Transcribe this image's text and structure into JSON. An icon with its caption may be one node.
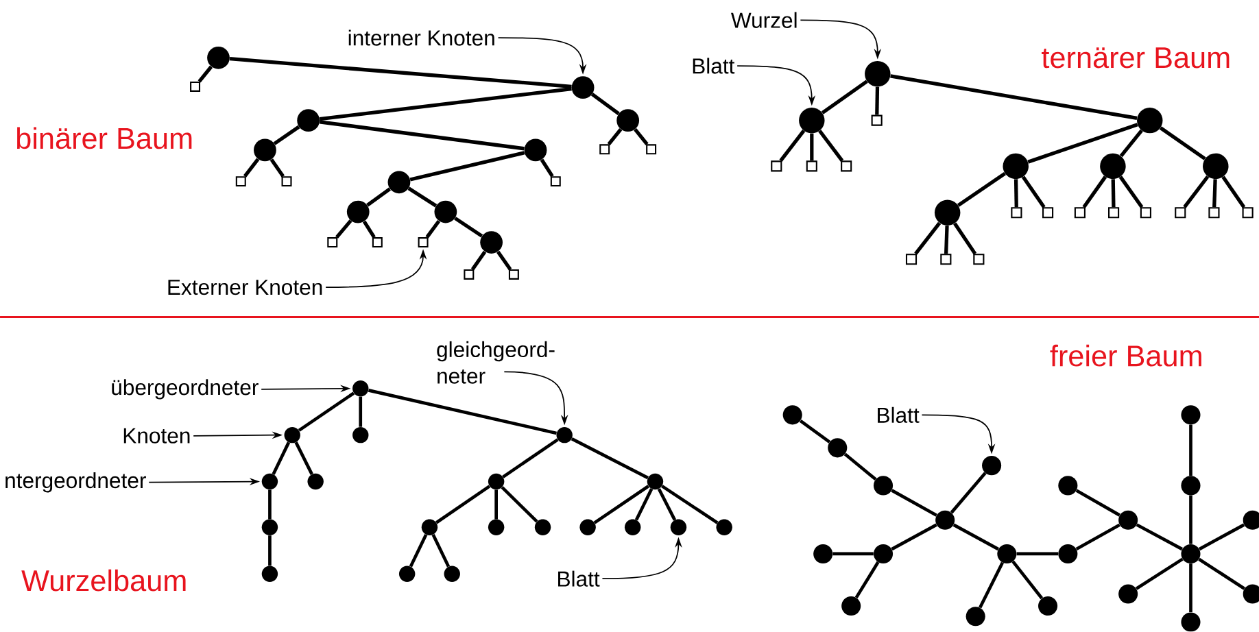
{
  "diagram": {
    "nodes": [
      {
        "text": [
          "interner Knoten"
        ]
      },
      {
        "text": [],
        "shape": "circle"
      },
      {
        "text": [],
        "shape": "box"
      },
      {
        "text": [],
        "shape": "circle"
      },
      {
        "text": [],
        "shape": "circle"
      },
      {
        "text": [],
        "shape": "circle"
      },
      {
        "text": [],
        "shape": "circle"
      },
      {
        "text": [],
        "shape": "circle"
      },
      {
        "text": [],
        "shape": "box"
      },
      {
        "text": [],
        "shape": "box"
      },
      {
        "text": [],
        "shape": "box"
      },
      {
        "text": [],
        "shape": "box"
      },
      {
        "text": [],
        "shape": "circle"
      },
      {
        "text": [],
        "shape": "box"
      },
      {
        "text": [],
        "shape": "circle"
      },
      {
        "text": [],
        "shape": "circle"
      },
      {
        "text": [],
        "shape": "box"
      },
      {
        "text": [],
        "shape": "box"
      },
      {
        "text": [],
        "shape": "box"
      },
      {
        "text": [],
        "shape": "circle"
      },
      {
        "text": [],
        "shape": "box"
      },
      {
        "text": [],
        "shape": "box"
      },
      {
        "text": [
          "Externer Knoten"
        ]
      },
      {
        "text": [
          "Wurzel"
        ]
      },
      {
        "text": [
          "Blatt"
        ]
      },
      {
        "text": [],
        "shape": "circle"
      },
      {
        "text": [],
        "shape": "circle"
      },
      {
        "text": [],
        "shape": "box"
      },
      {
        "text": [],
        "shape": "circle"
      },
      {
        "text": [],
        "shape": "box"
      },
      {
        "text": [],
        "shape": "box"
      },
      {
        "text": [],
        "shape": "box"
      },
      {
        "text": [],
        "shape": "circle"
      },
      {
        "text": [],
        "shape": "circle"
      },
      {
        "text": [],
        "shape": "circle"
      },
      {
        "text": [],
        "shape": "circle"
      },
      {
        "text": [],
        "shape": "box"
      },
      {
        "text": [],
        "shape": "box"
      },
      {
        "text": [],
        "shape": "box"
      },
      {
        "text": [],
        "shape": "box"
      },
      {
        "text": [],
        "shape": "box"
      },
      {
        "text": [],
        "shape": "box"
      },
      {
        "text": [],
        "shape": "box"
      },
      {
        "text": [],
        "shape": "box"
      },
      {
        "text": [],
        "shape": "box"
      },
      {
        "text": [],
        "shape": "box"
      },
      {
        "text": [],
        "shape": "box"
      },
      {
        "text": [
          "gleichgeord- neter"
        ]
      },
      {
        "text": [
          "übergeordneter"
        ]
      },
      {
        "text": [],
        "shape": "circle"
      },
      {
        "text": [
          "Knoten"
        ]
      },
      {
        "text": [],
        "shape": "circle"
      },
      {
        "text": [],
        "shape": "circle"
      },
      {
        "text": [],
        "shape": "circle"
      },
      {
        "text": [
          "ntergeordneter"
        ]
      },
      {
        "text": [],
        "shape": "circle"
      },
      {
        "text": [],
        "shape": "circle"
      },
      {
        "text": [],
        "shape": "circle"
      },
      {
        "text": [],
        "shape": "circle"
      },
      {
        "text": [],
        "shape": "circle"
      },
      {
        "text": [],
        "shape": "circle"
      },
      {
        "text": [],
        "shape": "circle"
      },
      {
        "text": [],
        "shape": "circle"
      },
      {
        "text": [],
        "shape": "circle"
      },
      {
        "text": [],
        "shape": "circle"
      },
      {
        "text": [],
        "shape": "circle"
      },
      {
        "text": [],
        "shape": "circle"
      },
      {
        "text": [],
        "shape": "circle"
      },
      {
        "text": [],
        "shape": "circle"
      },
      {
        "text": [],
        "shape": "circle"
      },
      {
        "text": [
          "Blatt"
        ]
      },
      {
        "text": [
          "Blatt"
        ]
      },
      {
        "text": [],
        "shape": "circle"
      },
      {
        "text": [],
        "shape": "circle"
      },
      {
        "text": [],
        "shape": "circle"
      },
      {
        "text": [],
        "shape": "circle"
      },
      {
        "text": [],
        "shape": "circle"
      },
      {
        "text": [],
        "shape": "circle"
      },
      {
        "text": [],
        "shape": "circle"
      },
      {
        "text": [],
        "shape": "circle"
      },
      {
        "text": [],
        "shape": "circle"
      },
      {
        "text": [],
        "shape": "circle"
      },
      {
        "text": [],
        "shape": "circle"
      },
      {
        "text": [],
        "shape": "circle"
      },
      {
        "text": [],
        "shape": "circle"
      },
      {
        "text": [],
        "shape": "circle"
      },
      {
        "text": [],
        "shape": "circle"
      },
      {
        "text": [],
        "shape": "circle"
      },
      {
        "text": [],
        "shape": "circle"
      },
      {
        "text": [],
        "shape": "circle"
      },
      {
        "text": [],
        "shape": "circle"
      },
      {
        "text": [],
        "shape": "circle"
      },
      {
        "text": [],
        "shape": "circle"
      }
    ],
    "edges": [
      {
        "from": 0,
        "to": 3,
        "arrow": "to"
      },
      {
        "from": 1,
        "to": 2,
        "arrow": "none"
      },
      {
        "from": 1,
        "to": 3,
        "arrow": "none"
      },
      {
        "from": 3,
        "to": 4,
        "arrow": "none"
      },
      {
        "from": 3,
        "to": 5,
        "arrow": "none"
      },
      {
        "from": 5,
        "to": 10,
        "arrow": "none"
      },
      {
        "from": 5,
        "to": 11,
        "arrow": "none"
      },
      {
        "from": 4,
        "to": 6,
        "arrow": "none"
      },
      {
        "from": 4,
        "to": 7,
        "arrow": "none"
      },
      {
        "from": 6,
        "to": 8,
        "arrow": "none"
      },
      {
        "from": 6,
        "to": 9,
        "arrow": "none"
      },
      {
        "from": 7,
        "to": 12,
        "arrow": "none"
      },
      {
        "from": 7,
        "to": 13,
        "arrow": "none"
      },
      {
        "from": 12,
        "to": 14,
        "arrow": "none"
      },
      {
        "from": 12,
        "to": 15,
        "arrow": "none"
      },
      {
        "from": 14,
        "to": 16,
        "arrow": "none"
      },
      {
        "from": 14,
        "to": 17,
        "arrow": "none"
      },
      {
        "from": 15,
        "to": 18,
        "arrow": "none"
      },
      {
        "from": 15,
        "to": 19,
        "arrow": "none"
      },
      {
        "from": 19,
        "to": 20,
        "arrow": "none"
      },
      {
        "from": 19,
        "to": 21,
        "arrow": "none"
      },
      {
        "from": 22,
        "to": 18,
        "arrow": "to"
      },
      {
        "from": 23,
        "to": 25,
        "arrow": "to"
      },
      {
        "from": 24,
        "to": 26,
        "arrow": "to"
      },
      {
        "from": 25,
        "to": 26,
        "arrow": "none"
      },
      {
        "from": 25,
        "to": 27,
        "arrow": "none"
      },
      {
        "from": 25,
        "to": 28,
        "arrow": "none"
      },
      {
        "from": 26,
        "to": 29,
        "arrow": "none"
      },
      {
        "from": 26,
        "to": 30,
        "arrow": "none"
      },
      {
        "from": 26,
        "to": 31,
        "arrow": "none"
      },
      {
        "from": 28,
        "to": 32,
        "arrow": "none"
      },
      {
        "from": 28,
        "to": 33,
        "arrow": "none"
      },
      {
        "from": 28,
        "to": 34,
        "arrow": "none"
      },
      {
        "from": 32,
        "to": 35,
        "arrow": "none"
      },
      {
        "from": 32,
        "to": 36,
        "arrow": "none"
      },
      {
        "from": 32,
        "to": 37,
        "arrow": "none"
      },
      {
        "from": 33,
        "to": 38,
        "arrow": "none"
      },
      {
        "from": 33,
        "to": 39,
        "arrow": "none"
      },
      {
        "from": 33,
        "to": 40,
        "arrow": "none"
      },
      {
        "from": 34,
        "to": 41,
        "arrow": "none"
      },
      {
        "from": 34,
        "to": 42,
        "arrow": "none"
      },
      {
        "from": 34,
        "to": 43,
        "arrow": "none"
      },
      {
        "from": 35,
        "to": 44,
        "arrow": "none"
      },
      {
        "from": 35,
        "to": 45,
        "arrow": "none"
      },
      {
        "from": 35,
        "to": 46,
        "arrow": "none"
      },
      {
        "from": 47,
        "to": 53,
        "arrow": "to"
      },
      {
        "from": 48,
        "to": 49,
        "arrow": "to"
      },
      {
        "from": 50,
        "to": 51,
        "arrow": "to"
      },
      {
        "from": 54,
        "to": 55,
        "arrow": "to"
      },
      {
        "from": 49,
        "to": 51,
        "arrow": "none"
      },
      {
        "from": 49,
        "to": 52,
        "arrow": "none"
      },
      {
        "from": 49,
        "to": 53,
        "arrow": "none"
      },
      {
        "from": 51,
        "to": 55,
        "arrow": "none"
      },
      {
        "from": 51,
        "to": 56,
        "arrow": "none"
      },
      {
        "from": 53,
        "to": 57,
        "arrow": "none"
      },
      {
        "from": 53,
        "to": 58,
        "arrow": "none"
      },
      {
        "from": 55,
        "to": 59,
        "arrow": "none"
      },
      {
        "from": 57,
        "to": 60,
        "arrow": "none"
      },
      {
        "from": 57,
        "to": 61,
        "arrow": "none"
      },
      {
        "from": 57,
        "to": 62,
        "arrow": "none"
      },
      {
        "from": 58,
        "to": 63,
        "arrow": "none"
      },
      {
        "from": 58,
        "to": 64,
        "arrow": "none"
      },
      {
        "from": 58,
        "to": 65,
        "arrow": "none"
      },
      {
        "from": 58,
        "to": 66,
        "arrow": "none"
      },
      {
        "from": 59,
        "to": 67,
        "arrow": "none"
      },
      {
        "from": 60,
        "to": 68,
        "arrow": "none"
      },
      {
        "from": 60,
        "to": 69,
        "arrow": "none"
      },
      {
        "from": 70,
        "to": 65,
        "arrow": "to"
      },
      {
        "from": 71,
        "to": 75,
        "arrow": "to"
      },
      {
        "from": 72,
        "to": 74,
        "arrow": "none"
      },
      {
        "from": 74,
        "to": 76,
        "arrow": "none"
      },
      {
        "from": 76,
        "to": 79,
        "arrow": "none"
      },
      {
        "from": 79,
        "to": 75,
        "arrow": "none"
      },
      {
        "from": 79,
        "to": 83,
        "arrow": "none"
      },
      {
        "from": 83,
        "to": 82,
        "arrow": "none"
      },
      {
        "from": 83,
        "to": 89,
        "arrow": "none"
      },
      {
        "from": 79,
        "to": 84,
        "arrow": "none"
      },
      {
        "from": 84,
        "to": 91,
        "arrow": "none"
      },
      {
        "from": 84,
        "to": 90,
        "arrow": "none"
      },
      {
        "from": 84,
        "to": 85,
        "arrow": "none"
      },
      {
        "from": 85,
        "to": 80,
        "arrow": "none"
      },
      {
        "from": 80,
        "to": 77,
        "arrow": "none"
      },
      {
        "from": 80,
        "to": 86,
        "arrow": "none"
      },
      {
        "from": 86,
        "to": 78,
        "arrow": "none"
      },
      {
        "from": 78,
        "to": 73,
        "arrow": "none"
      },
      {
        "from": 86,
        "to": 81,
        "arrow": "none"
      },
      {
        "from": 86,
        "to": 87,
        "arrow": "none"
      },
      {
        "from": 86,
        "to": 88,
        "arrow": "none"
      },
      {
        "from": 86,
        "to": 92,
        "arrow": "none"
      }
    ],
    "labels": [
      "binärer Baum",
      "ternärer Baum",
      "freier Baum",
      "Wurzelbaum"
    ]
  }
}
